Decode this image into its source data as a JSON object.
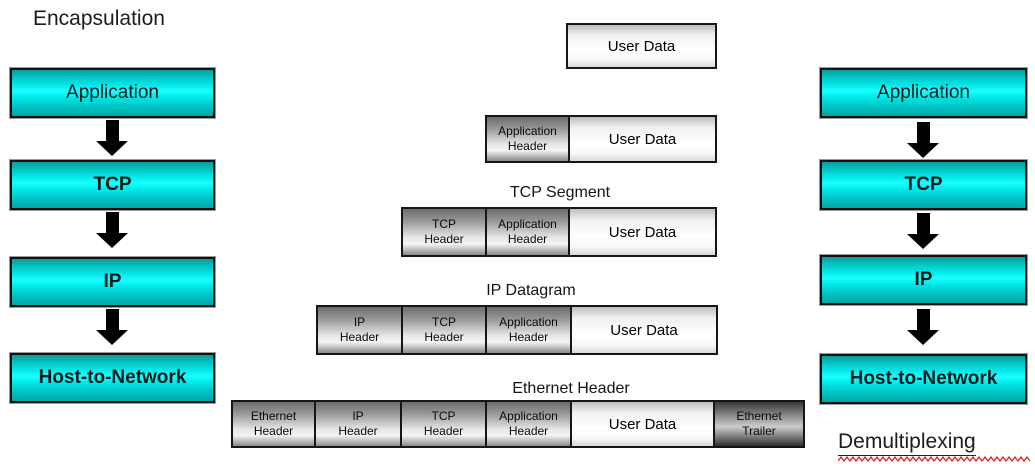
{
  "titles": {
    "encapsulation": "Encapsulation",
    "demultiplexing": "Demultiplexing"
  },
  "protocol_stack": {
    "left": [
      {
        "label": "Application"
      },
      {
        "label": "TCP"
      },
      {
        "label": "IP"
      },
      {
        "label": "Host-to-Network"
      }
    ],
    "right": [
      {
        "label": "Application"
      },
      {
        "label": "TCP"
      },
      {
        "label": "IP"
      },
      {
        "label": "Host-to-Network"
      }
    ]
  },
  "encapsulation_rows": [
    {
      "cells": [
        {
          "text": "User Data"
        }
      ]
    },
    {
      "cells": [
        {
          "line1": "Application",
          "line2": "Header"
        },
        {
          "text": "User Data"
        }
      ]
    },
    {
      "label": "TCP Segment",
      "cells": [
        {
          "line1": "TCP",
          "line2": "Header"
        },
        {
          "line1": "Application",
          "line2": "Header"
        },
        {
          "text": "User Data"
        }
      ]
    },
    {
      "label": "IP Datagram",
      "cells": [
        {
          "line1": "IP",
          "line2": "Header"
        },
        {
          "line1": "TCP",
          "line2": "Header"
        },
        {
          "line1": "Application",
          "line2": "Header"
        },
        {
          "text": "User Data"
        }
      ]
    },
    {
      "label": "Ethernet Header",
      "cells": [
        {
          "line1": "Ethernet",
          "line2": "Header"
        },
        {
          "line1": "IP",
          "line2": "Header"
        },
        {
          "line1": "TCP",
          "line2": "Header"
        },
        {
          "line1": "Application",
          "line2": "Header"
        },
        {
          "text": "User Data"
        },
        {
          "line1": "Ethernet",
          "line2": "Trailer"
        }
      ]
    }
  ],
  "colors": {
    "stack_box_cyan": "#00e5e5",
    "header_cell_gray": "#9b9b9b",
    "spellcheck_red": "#cc2020"
  }
}
